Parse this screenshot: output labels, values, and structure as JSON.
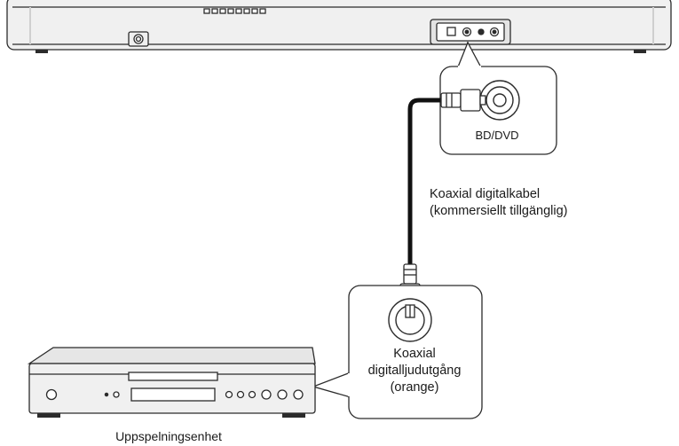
{
  "labels": {
    "bd_dvd": "BD/DVD",
    "cable_line1": "Koaxial digitalkabel",
    "cable_line2": "(kommersiellt tillgänglig)",
    "coax_line1": "Koaxial",
    "coax_line2": "digitalljudutgång",
    "coax_line3": "(orange)",
    "device": "Uppspelningsenhet"
  },
  "icons": {
    "soundbar": "soundbar-icon",
    "playback_device": "bd-player-icon",
    "coax_jack": "coaxial-jack-icon",
    "cable": "coaxial-cable-icon"
  },
  "colors": {
    "line": "#2b2b2b",
    "fill": "#f0f0f0",
    "shade": "#dcdcdc",
    "cable": "#111111"
  }
}
